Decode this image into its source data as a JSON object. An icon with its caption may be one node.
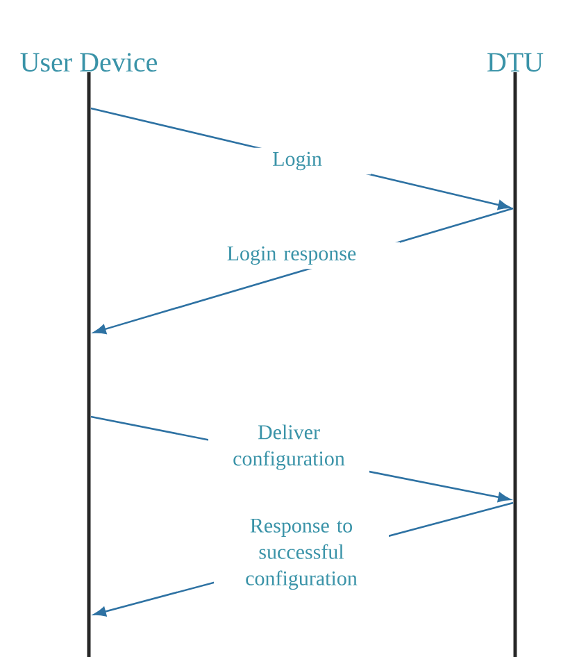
{
  "diagram": {
    "nodes": [
      {
        "text": [
          "User Device"
        ]
      },
      {
        "text": [
          "DTU"
        ]
      }
    ],
    "edges": [
      {
        "from": 0,
        "to": 1,
        "arrow": "to",
        "label": "Login"
      },
      {
        "from": 1,
        "to": 0,
        "arrow": "to",
        "label": "Login response"
      },
      {
        "from": 0,
        "to": 1,
        "arrow": "to",
        "label": "Deliver configuration"
      },
      {
        "from": 1,
        "to": 0,
        "arrow": "to",
        "label": "Response to successful configuration"
      }
    ]
  }
}
